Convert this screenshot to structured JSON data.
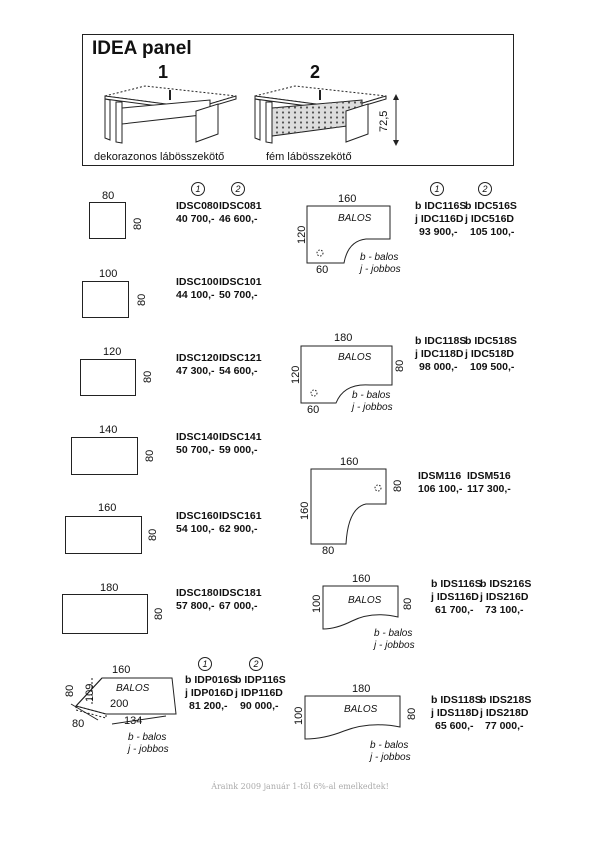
{
  "header": {
    "title": "IDEA panel",
    "num1": "1",
    "num2": "2",
    "caption1": "dekorazonos lábösszekötő",
    "caption2": "fém lábösszekötő",
    "height_label": "72,5"
  },
  "circle_labels": [
    "1",
    "2"
  ],
  "desks": [
    {
      "w": "80",
      "h": "80",
      "c1": "IDSC080",
      "c2": "IDSC081",
      "p1": "40 700,-",
      "p2": "46 600,-"
    },
    {
      "w": "100",
      "h": "80",
      "c1": "IDSC100",
      "c2": "IDSC101",
      "p1": "44 100,-",
      "p2": "50 700,-"
    },
    {
      "w": "120",
      "h": "80",
      "c1": "IDSC120",
      "c2": "IDSC121",
      "p1": "47 300,-",
      "p2": "54 600,-"
    },
    {
      "w": "140",
      "h": "80",
      "c1": "IDSC140",
      "c2": "IDSC141",
      "p1": "50 700,-",
      "p2": "59 000,-"
    },
    {
      "w": "160",
      "h": "80",
      "c1": "IDSC160",
      "c2": "IDSC161",
      "p1": "54 100,-",
      "p2": "62 900,-"
    },
    {
      "w": "180",
      "h": "80",
      "c1": "IDSC180",
      "c2": "IDSC181",
      "p1": "57 800,-",
      "p2": "67 000,-"
    }
  ],
  "corner1": {
    "w": "160",
    "h": "120",
    "b": "60",
    "label": "BALOS",
    "note_b": "b - balos",
    "note_j": "j - jobbos",
    "c1a": "b IDC116S",
    "c1b": "j IDC116D",
    "p1": "93 900,-",
    "c2a": "b IDC516S",
    "c2b": "j IDC516D",
    "p2": "105 100,-"
  },
  "corner2": {
    "w": "180",
    "h": "120",
    "b": "60",
    "r": "80",
    "label": "BALOS",
    "note_b": "b - balos",
    "note_j": "j - jobbos",
    "c1a": "b IDC118S",
    "c1b": "j IDC118D",
    "p1": "98 000,-",
    "c2a": "b IDC518S",
    "c2b": "j IDC518D",
    "p2": "109 500,-"
  },
  "corner3": {
    "w": "160",
    "h": "160",
    "r": "80",
    "b": "80",
    "c1": "IDSM116",
    "c2": "IDSM516",
    "p1": "106 100,-",
    "p2": "117 300,-"
  },
  "wave1": {
    "w": "160",
    "h": "100",
    "r": "80",
    "label": "BALOS",
    "note_b": "b - balos",
    "note_j": "j - jobbos",
    "c1a": "b IDS116S",
    "c1b": "j IDS116D",
    "p1": "61 700,-",
    "c2a": "b IDS216S",
    "c2b": "j IDS216D",
    "p2": "73 100,-"
  },
  "wave2": {
    "w": "180",
    "h": "100",
    "r": "80",
    "label": "BALOS",
    "note_b": "b - balos",
    "note_j": "j - jobbos",
    "c1a": "b IDS118S",
    "c1b": "j IDS118D",
    "p1": "65 600,-",
    "c2a": "b IDS218S",
    "c2b": "j IDS218D",
    "p2": "77 000,-"
  },
  "trap": {
    "w": "160",
    "d1": "80",
    "d2": "109",
    "bottom": "200",
    "diag": "134",
    "side": "80",
    "label": "BALOS",
    "note_b": "b - balos",
    "note_j": "j - jobbos",
    "c1a": "b IDP016S",
    "c1b": "j IDP016D",
    "p1": "81 200,-",
    "c2a": "b IDP116S",
    "c2b": "j IDP116D",
    "p2": "90 000,-"
  },
  "footer": "Áraink 2009 január 1-től 6%-al emelkedtek!"
}
